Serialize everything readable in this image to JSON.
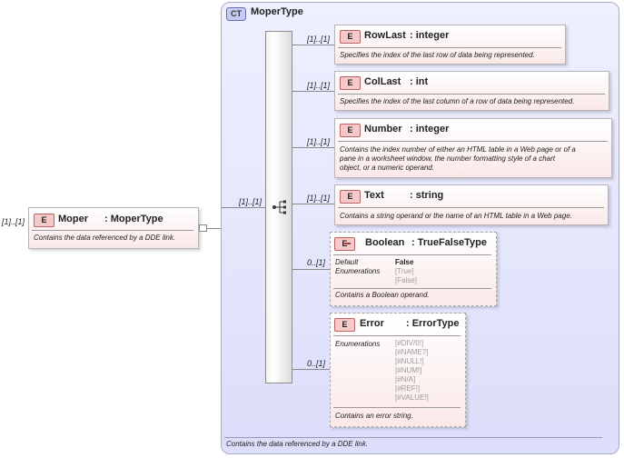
{
  "root": {
    "cardinality": "[1]..[1]",
    "badge": "E",
    "name": "Moper",
    "type": ": MoperType",
    "doc": "Contains the data referenced by a DDE link."
  },
  "complex_type": {
    "badge": "CT",
    "name": "MoperType",
    "doc": "Contains the data referenced by a DDE link."
  },
  "sequence": {
    "cardinality": "[1]..[1]",
    "icon": "sequence-compositor-icon"
  },
  "elements": [
    {
      "badge": "E",
      "name": "RowLast",
      "type": ": integer",
      "cardinality": "[1]..[1]",
      "doc": [
        "Specifies the index of the last row of data being represented."
      ]
    },
    {
      "badge": "E",
      "name": "ColLast",
      "type": ": int",
      "cardinality": "[1]..[1]",
      "doc": [
        "Specifies the index of the last column of a row of data being represented."
      ]
    },
    {
      "badge": "E",
      "name": "Number",
      "type": ": integer",
      "cardinality": "[1]..[1]",
      "doc": [
        "Contains the index number of either an HTML table in a Web page or of a",
        "pane in a worksheet window, the number formatting style of a chart",
        "object, or a numeric operand."
      ]
    },
    {
      "badge": "E",
      "name": "Text",
      "type": ": string",
      "cardinality": "[1]..[1]",
      "doc": [
        "Contains a string operand or the name of an HTML table in a Web page."
      ]
    },
    {
      "badge": "E",
      "name": "Boolean",
      "type": ": TrueFalseType",
      "cardinality": "0..[1]",
      "default_label": "Default",
      "default_value": "False",
      "enum_label": "Enumerations",
      "enumerations": [
        "[True]",
        "[False]"
      ],
      "doc": [
        "Contains a Boolean operand."
      ]
    },
    {
      "badge": "E",
      "name": "Error",
      "type": ": ErrorType",
      "cardinality": "0..[1]",
      "enum_label": "Enumerations",
      "enumerations": [
        "[#DIV/0!]",
        "[#NAME?]",
        "[#NULL!]",
        "[#NUM!]",
        "[#N/A]",
        "[#REF!]",
        "[#VALUE!]"
      ],
      "doc": [
        "Contains an error string."
      ]
    }
  ]
}
